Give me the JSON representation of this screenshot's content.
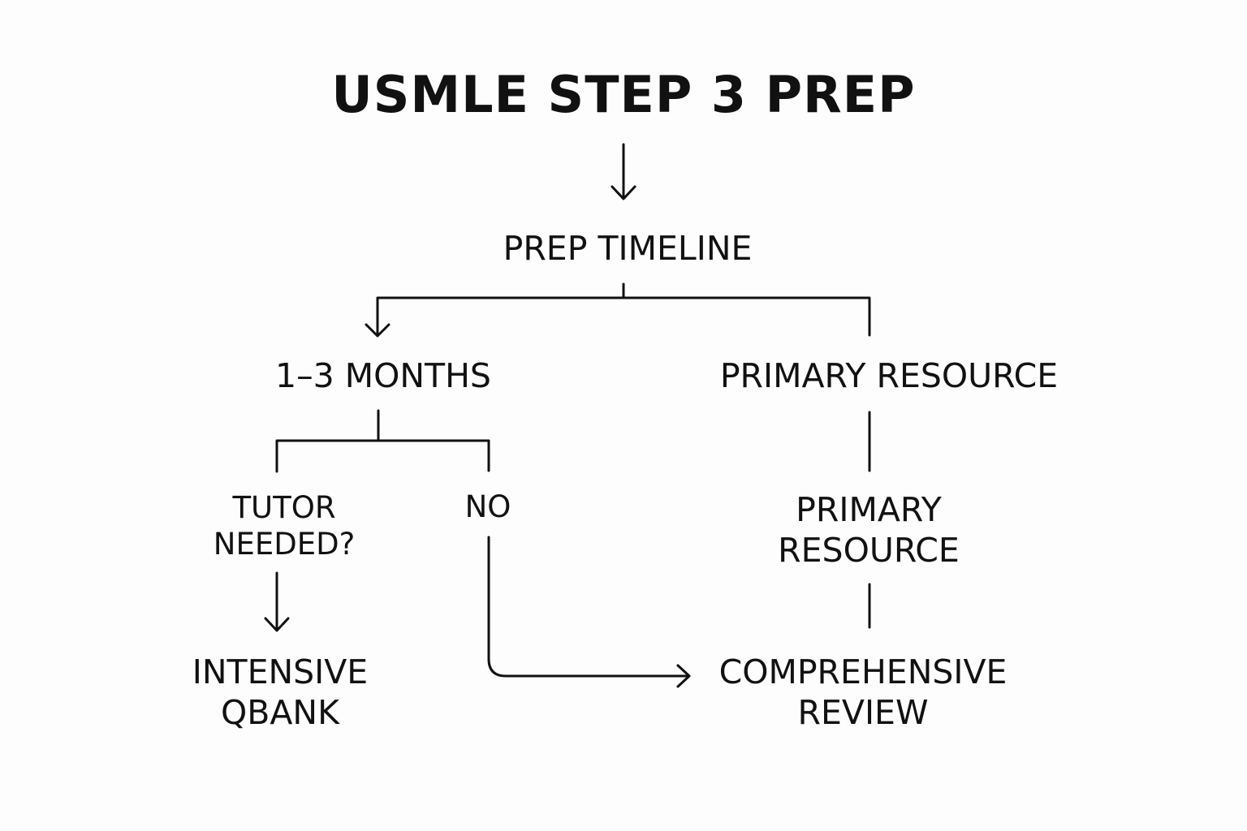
{
  "diagram": {
    "title": "USMLE STEP 3 PREP",
    "timeline": "PREP TIMELINE",
    "branch_left": "1–3 MONTHS",
    "branch_right": "PRIMARY RESOURCE",
    "tutor": {
      "line1": "TUTOR",
      "line2": "NEEDED?"
    },
    "no_label": "NO",
    "primary_resource": {
      "line1": "PRIMARY",
      "line2": "RESOURCE"
    },
    "intensive_qbank": {
      "line1": "INTENSIVE",
      "line2": "QBANK"
    },
    "comprehensive_review": {
      "line1": "COMPREHENSIVE",
      "line2": "REVIEW"
    }
  },
  "colors": {
    "background": "#fdfdfd",
    "ink": "#111111"
  }
}
